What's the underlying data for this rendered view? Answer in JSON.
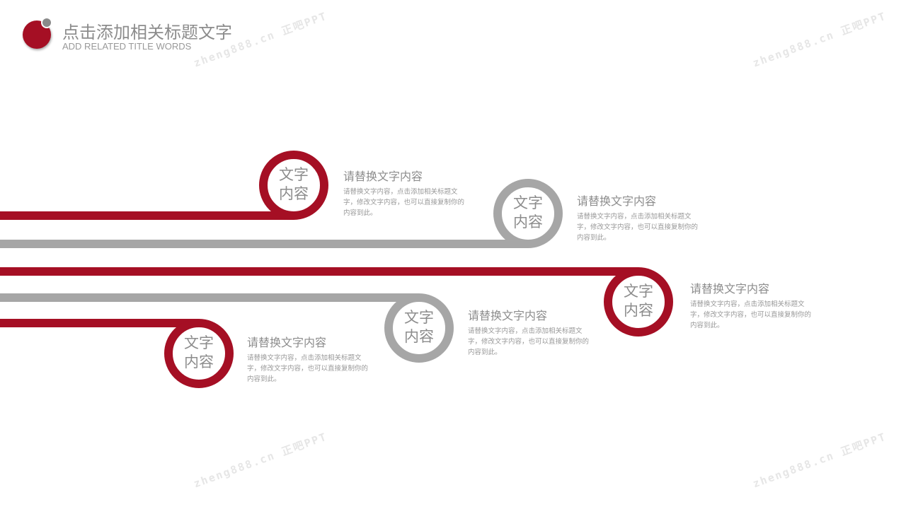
{
  "header": {
    "title": "点击添加相关标题文字",
    "subtitle": "ADD RELATED TITLE WORDS"
  },
  "colors": {
    "red": "#a50f24",
    "gray": "#a6a6a6"
  },
  "watermark": "zheng888.cn 正吧PPT",
  "items": [
    {
      "circle_line1": "文字",
      "circle_line2": "内容",
      "color": "red",
      "title": "请替换文字内容",
      "body": "请替换文字内容，点击添加相关标题文字，修改文字内容，也可以直接复制你的内容到此。"
    },
    {
      "circle_line1": "文字",
      "circle_line2": "内容",
      "color": "gray",
      "title": "请替换文字内容",
      "body": "请替换文字内容，点击添加相关标题文字，修改文字内容，也可以直接复制你的内容到此。"
    },
    {
      "circle_line1": "文字",
      "circle_line2": "内容",
      "color": "red",
      "title": "请替换文字内容",
      "body": "请替换文字内容，点击添加相关标题文字，修改文字内容，也可以直接复制你的内容到此。"
    },
    {
      "circle_line1": "文字",
      "circle_line2": "内容",
      "color": "gray",
      "title": "请替换文字内容",
      "body": "请替换文字内容，点击添加相关标题文字，修改文字内容，也可以直接复制你的内容到此。"
    },
    {
      "circle_line1": "文字",
      "circle_line2": "内容",
      "color": "red",
      "title": "请替换文字内容",
      "body": "请替换文字内容，点击添加相关标题文字，修改文字内容，也可以直接复制你的内容到此。"
    }
  ]
}
